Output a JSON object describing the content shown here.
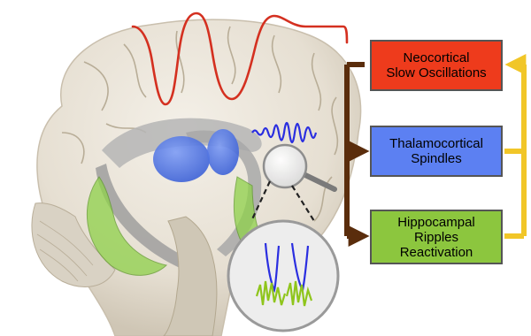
{
  "colors": {
    "neocortical": "#ee3b1c",
    "thalamocortical": "#5c80f2",
    "hippocampal": "#8cc63e",
    "slow_wave": "#d43020",
    "spindle_wave": "#2a2ee0",
    "ripple": "#8fc51c",
    "arrow_left": "#5a2d0c",
    "arrow_right": "#f1c628",
    "brain": "#e9e3d7",
    "thalamus": "#4a73e8",
    "hippocampus": "#8fd14a"
  },
  "boxes": [
    {
      "id": "neocortical",
      "lines": [
        "Neocortical",
        "Slow Oscillations"
      ]
    },
    {
      "id": "thalamocortical",
      "lines": [
        "Thalamocortical",
        "Spindles"
      ]
    },
    {
      "id": "hippocampal",
      "lines": [
        "Hippocampal",
        "Ripples",
        "Reactivation"
      ]
    }
  ],
  "icons": {
    "magnifier": "magnifying-glass-icon",
    "brain": "brain-illustration"
  }
}
